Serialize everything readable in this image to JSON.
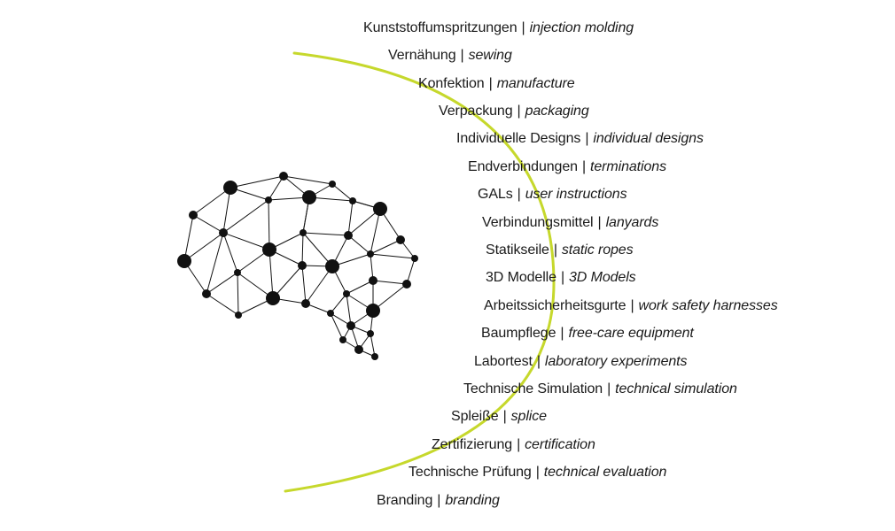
{
  "colors": {
    "arc": "#c6d82c",
    "network": "#111111",
    "text": "#1a1a1a"
  },
  "separator": "|",
  "items": [
    {
      "de": "Kunststoffumspritzungen",
      "en": "injection molding"
    },
    {
      "de": "Vernähung",
      "en": "sewing"
    },
    {
      "de": "Konfektion",
      "en": "manufacture"
    },
    {
      "de": "Verpackung",
      "en": "packaging"
    },
    {
      "de": "Individuelle Designs",
      "en": "individual designs"
    },
    {
      "de": "Endverbindungen",
      "en": "terminations"
    },
    {
      "de": "GALs",
      "en": "user instructions"
    },
    {
      "de": "Verbindungsmittel",
      "en": "lanyards"
    },
    {
      "de": "Statikseile",
      "en": "static ropes"
    },
    {
      "de": "3D Modelle",
      "en": "3D Models"
    },
    {
      "de": "Arbeitssicherheitsgurte",
      "en": "work safety harnesses"
    },
    {
      "de": "Baumpflege",
      "en": "free-care equipment"
    },
    {
      "de": "Labortest",
      "en": "laboratory experiments"
    },
    {
      "de": "Technische Simulation",
      "en": "technical simulation"
    },
    {
      "de": "Spleiße",
      "en": "splice"
    },
    {
      "de": "Zertifizierung",
      "en": "certification"
    },
    {
      "de": "Technische Prüfung",
      "en": "technical evaluation"
    },
    {
      "de": "Branding",
      "en": "branding"
    }
  ],
  "icons": {
    "brain": "brain-network-icon",
    "arc": "arc-divider"
  }
}
